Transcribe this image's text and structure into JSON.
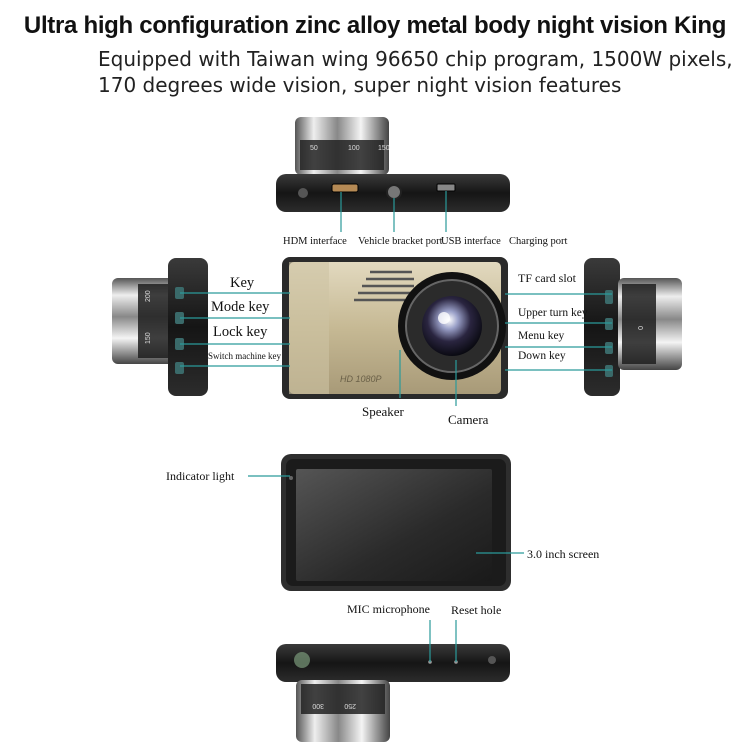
{
  "title": "Ultra high configuration zinc alloy metal body night vision King",
  "subtitle_line1": "Equipped with Taiwan wing 96650 chip program, 1500W pixels,",
  "subtitle_line2": "170 degrees wide vision, super night vision features",
  "top_view": {
    "labels": {
      "hdmi": "HDM interface",
      "bracket": "Vehicle bracket port",
      "usb": "USB interface",
      "charging": "Charging port"
    },
    "lens_marks": [
      "50",
      "100",
      "150"
    ]
  },
  "left_side": {
    "labels": {
      "key": "Key",
      "mode": "Mode key",
      "lock": "Lock key",
      "switch": "Switch machine key"
    },
    "lens_marks": [
      "200",
      "150"
    ]
  },
  "front_view": {
    "labels": {
      "speaker": "Speaker",
      "camera": "Camera"
    },
    "badge": "HD 1080P"
  },
  "right_side": {
    "labels": {
      "tf": "TF card slot",
      "up": "Upper turn key",
      "menu": "Menu key",
      "down": "Down key"
    },
    "lens_marks": [
      "0"
    ]
  },
  "back_view": {
    "labels": {
      "indicator": "Indicator light",
      "screen": "3.0 inch screen"
    }
  },
  "bottom_view": {
    "labels": {
      "mic": "MIC microphone",
      "reset": "Reset hole"
    },
    "lens_marks": [
      "250",
      "300"
    ]
  },
  "colors": {
    "body_dark": "#1b1b1b",
    "faceplate_gold": "#c9bb98",
    "screen": "#3a3a3a",
    "callout_line": "#2a9a9a"
  }
}
